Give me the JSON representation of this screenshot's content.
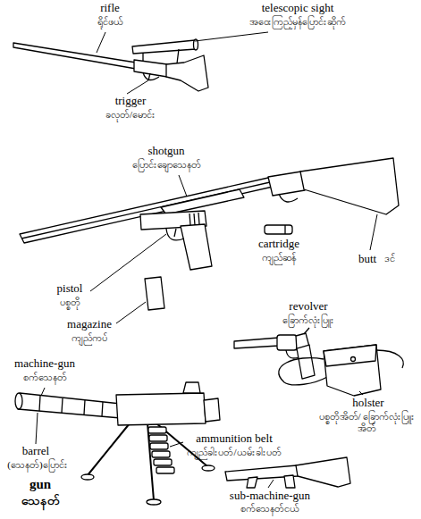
{
  "diagram": {
    "labels": [
      "rifle",
      "ရိုင်ဖယ်",
      "telescopic sight",
      "အဝေးကြည့်မှန်ပြောင်းဆိုက်",
      "trigger",
      "ခလုတ်/မောင်း",
      "shotgun",
      "ပြောင်းချောသေနတ်",
      "butt",
      "ဒင်",
      "cartridge",
      "ကျည်ဆန်",
      "pistol",
      "ပစ္စတို",
      "magazine",
      "ကျည်ကပ်",
      "revolver",
      "ခြောက်လုံးပြူး",
      "holster",
      "ပစ္စတိုအိတ်/ ခြောက်လုံးပြူးအိတ်",
      "machine-gun",
      "စက်သေနတ်",
      "barrel",
      "(သေနတ်)ပြောင်း",
      "ammunition belt",
      "ကျည်ခါးပတ်/ယမ်းခါးပတ်",
      "sub-machine-gun",
      "စက်သေနတ်ငယ်",
      "gun",
      "သေနတ်"
    ]
  }
}
